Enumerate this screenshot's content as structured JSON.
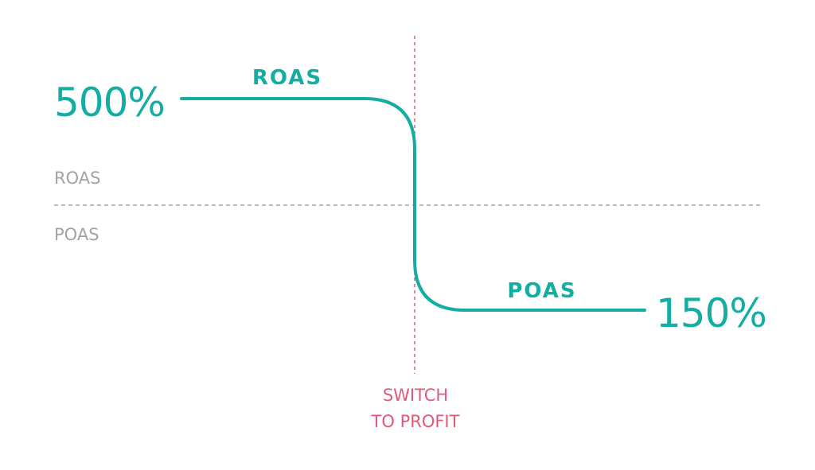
{
  "colors": {
    "accent": "#14ada2",
    "switch": "#df5a7a",
    "muted": "#a3a3a3",
    "background": "#ffffff"
  },
  "diagram": {
    "start_value": "500%",
    "end_value": "150%",
    "high_curve_label": "ROAS",
    "low_curve_label": "POAS",
    "upper_zone_label": "ROAS",
    "lower_zone_label": "POAS",
    "switch_label_line1": "SWITCH",
    "switch_label_line2": "TO PROFIT"
  }
}
